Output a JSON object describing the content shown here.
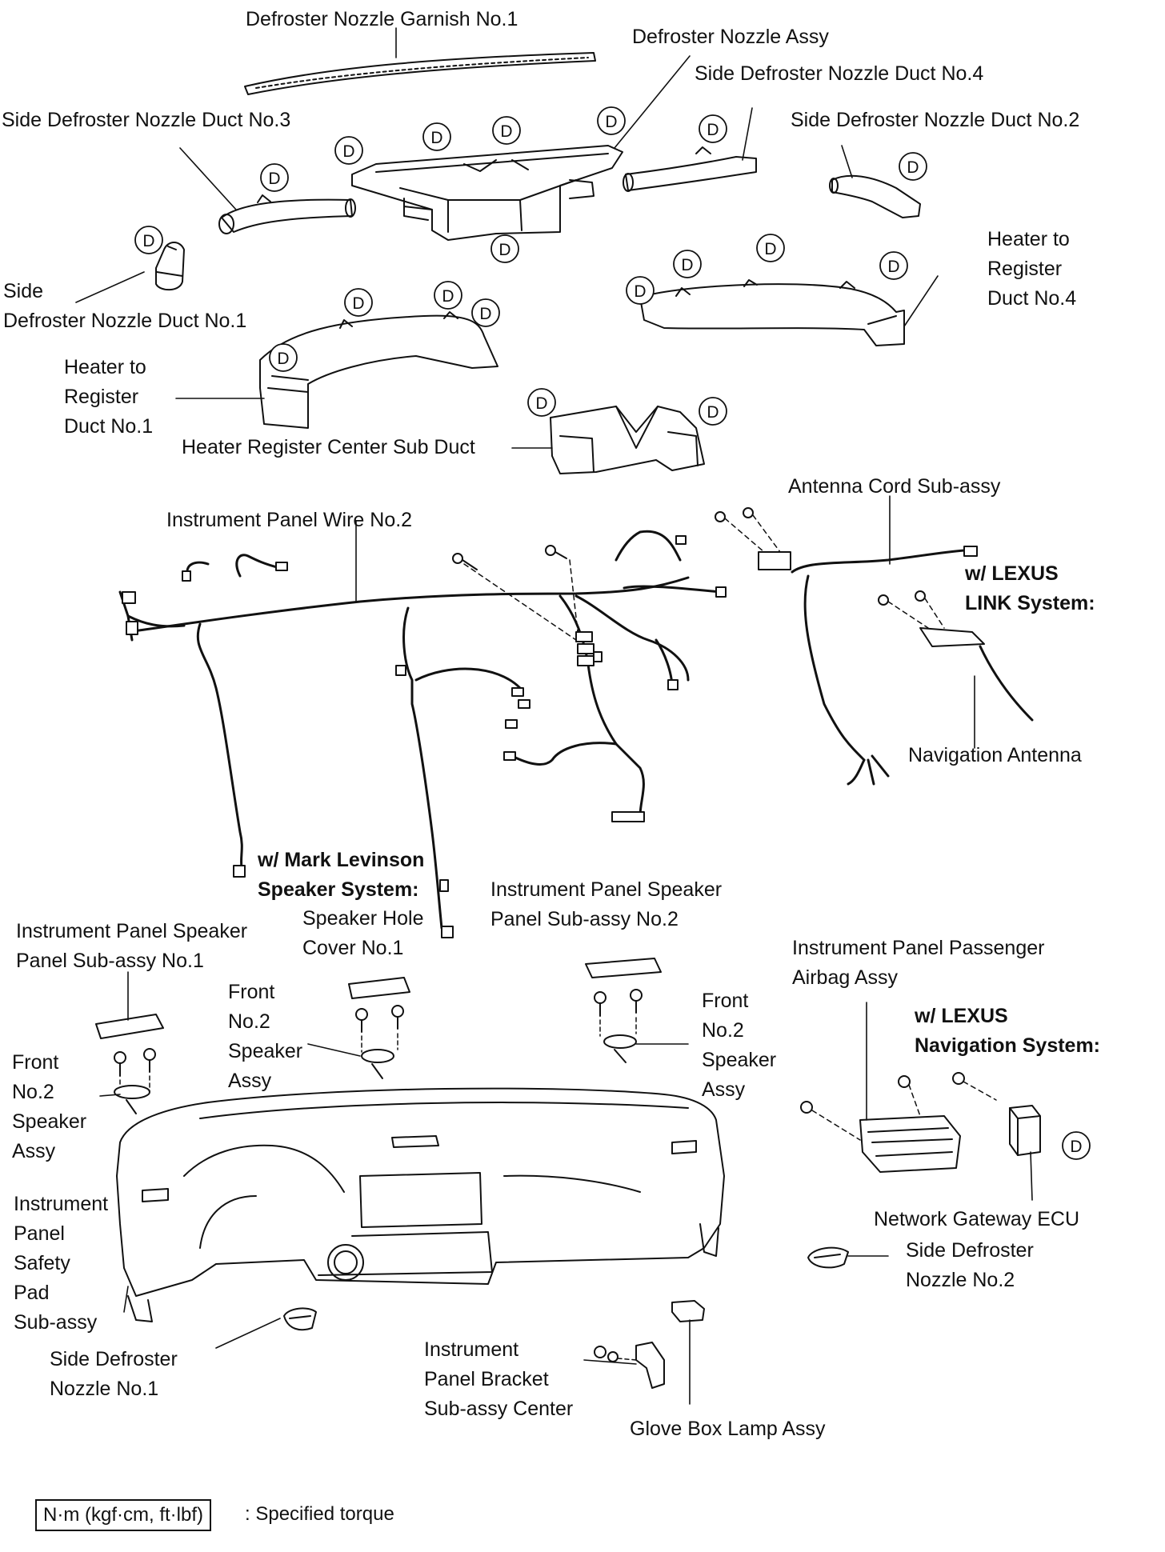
{
  "labels": {
    "garnish1": "Defroster Nozzle Garnish No.1",
    "nozzle_assy": "Defroster Nozzle Assy",
    "side_duct4": "Side Defroster Nozzle Duct No.4",
    "side_duct3": "Side Defroster Nozzle Duct No.3",
    "side_duct2": "Side Defroster Nozzle Duct No.2",
    "heater_reg4": "Heater to\nRegister\nDuct No.4",
    "side_duct1": "Side\nDefroster Nozzle Duct No.1",
    "heater_reg1": "Heater to\nRegister\nDuct No.1",
    "center_sub_duct": "Heater Register Center Sub Duct",
    "antenna_cord": "Antenna Cord Sub-assy",
    "ip_wire2": "Instrument Panel Wire No.2",
    "lexus_link": "w/ LEXUS\nLINK System:",
    "nav_antenna": "Navigation Antenna",
    "mark_levinson": "w/ Mark Levinson\nSpeaker System:",
    "speaker_hole_cover": "Speaker Hole\nCover No.1",
    "ip_speaker_panel2": "Instrument Panel Speaker\nPanel Sub-assy No.2",
    "ip_speaker_panel1": "Instrument Panel Speaker\nPanel Sub-assy No.1",
    "front_speaker_mid": "Front\nNo.2\nSpeaker\nAssy",
    "front_speaker_right": "Front\nNo.2\nSpeaker\nAssy",
    "front_speaker_left": "Front\nNo.2\nSpeaker\nAssy",
    "passenger_airbag": "Instrument Panel Passenger\nAirbag Assy",
    "lexus_nav": "w/ LEXUS\nNavigation System:",
    "safety_pad": "Instrument\nPanel\nSafety\nPad\nSub-assy",
    "network_gateway": "Network Gateway ECU",
    "side_nozzle2": "Side Defroster\nNozzle No.2",
    "side_nozzle1": "Side Defroster\nNozzle No.1",
    "ip_bracket": "Instrument\nPanel Bracket\nSub-assy Center",
    "glove_lamp": "Glove Box Lamp Assy"
  },
  "marker_letter": "D",
  "legend": {
    "box": "N·m (kgf·cm, ft·lbf)",
    "text": ": Specified torque"
  },
  "colors": {
    "ink": "#111111",
    "paper": "#ffffff"
  }
}
